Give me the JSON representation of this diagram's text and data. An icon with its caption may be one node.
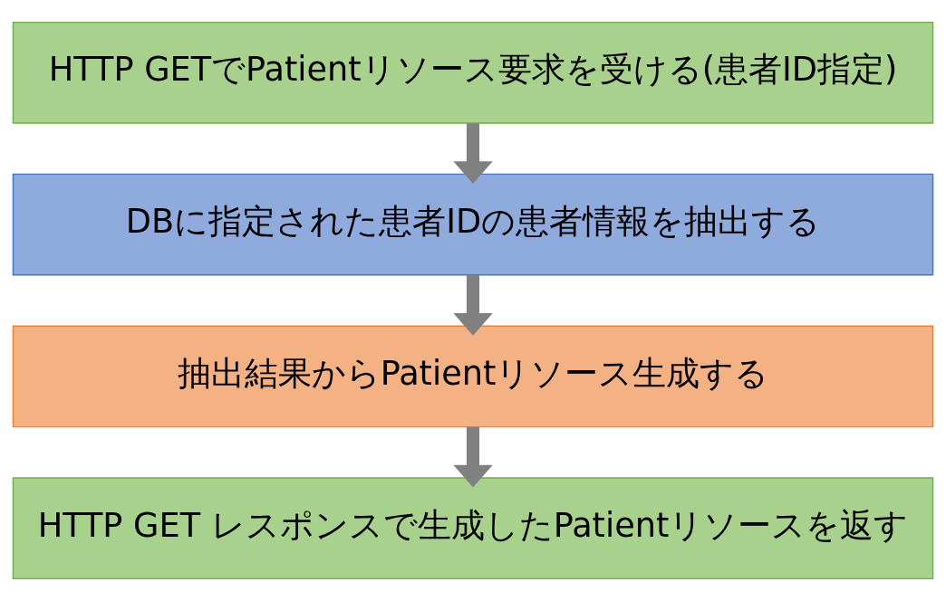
{
  "diagram": {
    "nodes": [
      {
        "text": [
          "HTTP GETでPatientリソース要求を受ける(患者ID指定)"
        ]
      },
      {
        "text": [
          "DBに指定された患者IDの患者情報を抽出する"
        ]
      },
      {
        "text": [
          "抽出結果からPatientリソース生成する"
        ]
      },
      {
        "text": [
          "HTTP GET レスポンスで生成したPatientリソースを返す"
        ]
      }
    ],
    "edges": [
      {
        "from": 0,
        "to": 1,
        "arrow": "to"
      },
      {
        "from": 1,
        "to": 2,
        "arrow": "to"
      },
      {
        "from": 2,
        "to": 3,
        "arrow": "to"
      }
    ]
  }
}
